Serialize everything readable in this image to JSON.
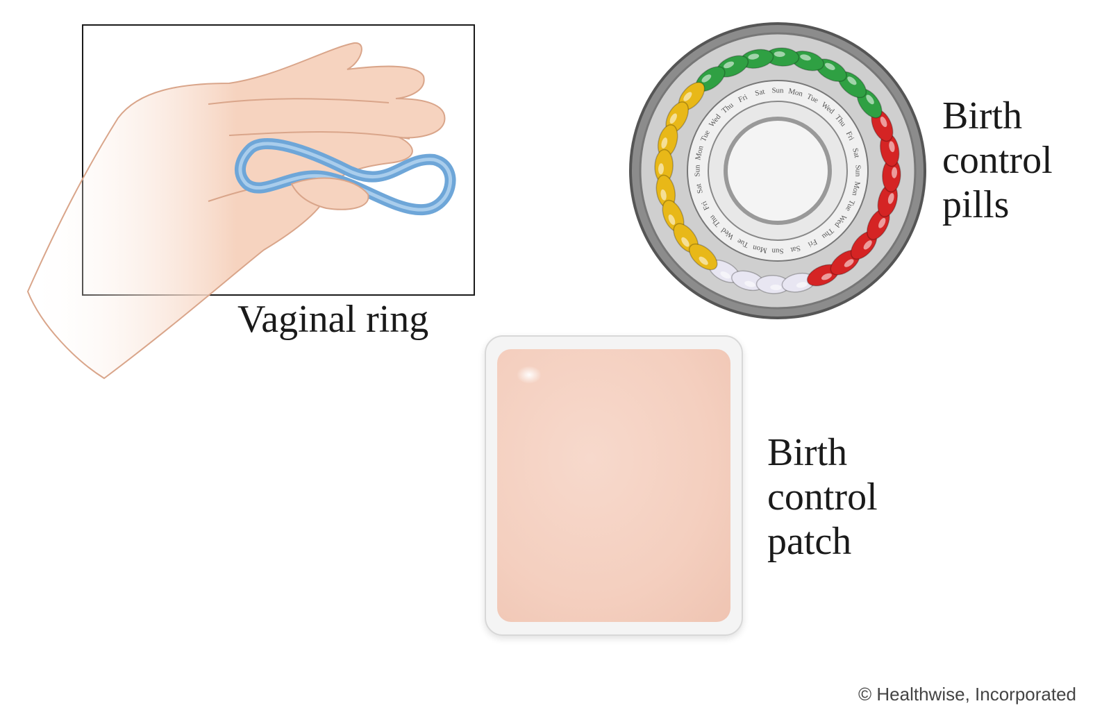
{
  "labels": {
    "vaginal_ring": "Vaginal ring",
    "birth_control_pills": [
      "Birth",
      "control",
      "pills"
    ],
    "birth_control_patch": [
      "Birth",
      "control",
      "patch"
    ]
  },
  "credit": "© Healthwise, Incorporated",
  "pill_pack": {
    "pill_colors": {
      "yellow": "#e8b818",
      "green": "#2fa043",
      "red": "#d52424",
      "white": "#e8e6f2"
    },
    "day_labels": [
      "Sun",
      "Mon",
      "Tue",
      "Wed",
      "Thu",
      "Fri",
      "Sat"
    ]
  },
  "colors": {
    "ring": "#6ea6d8",
    "skin": "#f6d3bf",
    "patch": "#f4cfbf"
  }
}
